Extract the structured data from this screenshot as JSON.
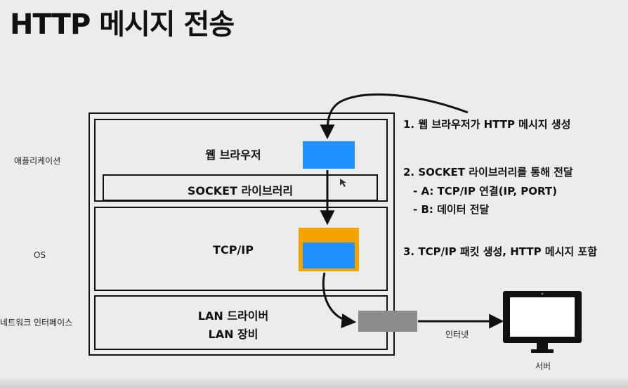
{
  "title": "HTTP 메시지 전송",
  "side_labels": {
    "application": "애플리케이션",
    "os": "OS",
    "network_interface": "네트워크 인터페이스"
  },
  "layers": {
    "browser": "웹 브라우저",
    "socket": "SOCKET 라이브러리",
    "tcpip": "TCP/IP",
    "lan_driver": "LAN 드라이버",
    "lan_device": "LAN 장비"
  },
  "notes": {
    "step1": "1. 웹 브라우저가 HTTP 메시지 생성",
    "step2": "2. SOCKET 라이브러리를 통해 전달",
    "step2a": "- A: TCP/IP 연결(IP, PORT)",
    "step2b": "- B: 데이터 전달",
    "step3": "3. TCP/IP 패킷 생성, HTTP 메시지 포함"
  },
  "internet": "인터넷",
  "server": "서버",
  "colors": {
    "message_blue": "#1e90ff",
    "packet_orange": "#f5a300",
    "lan_gray": "#8c8c8c",
    "line": "#111111"
  }
}
